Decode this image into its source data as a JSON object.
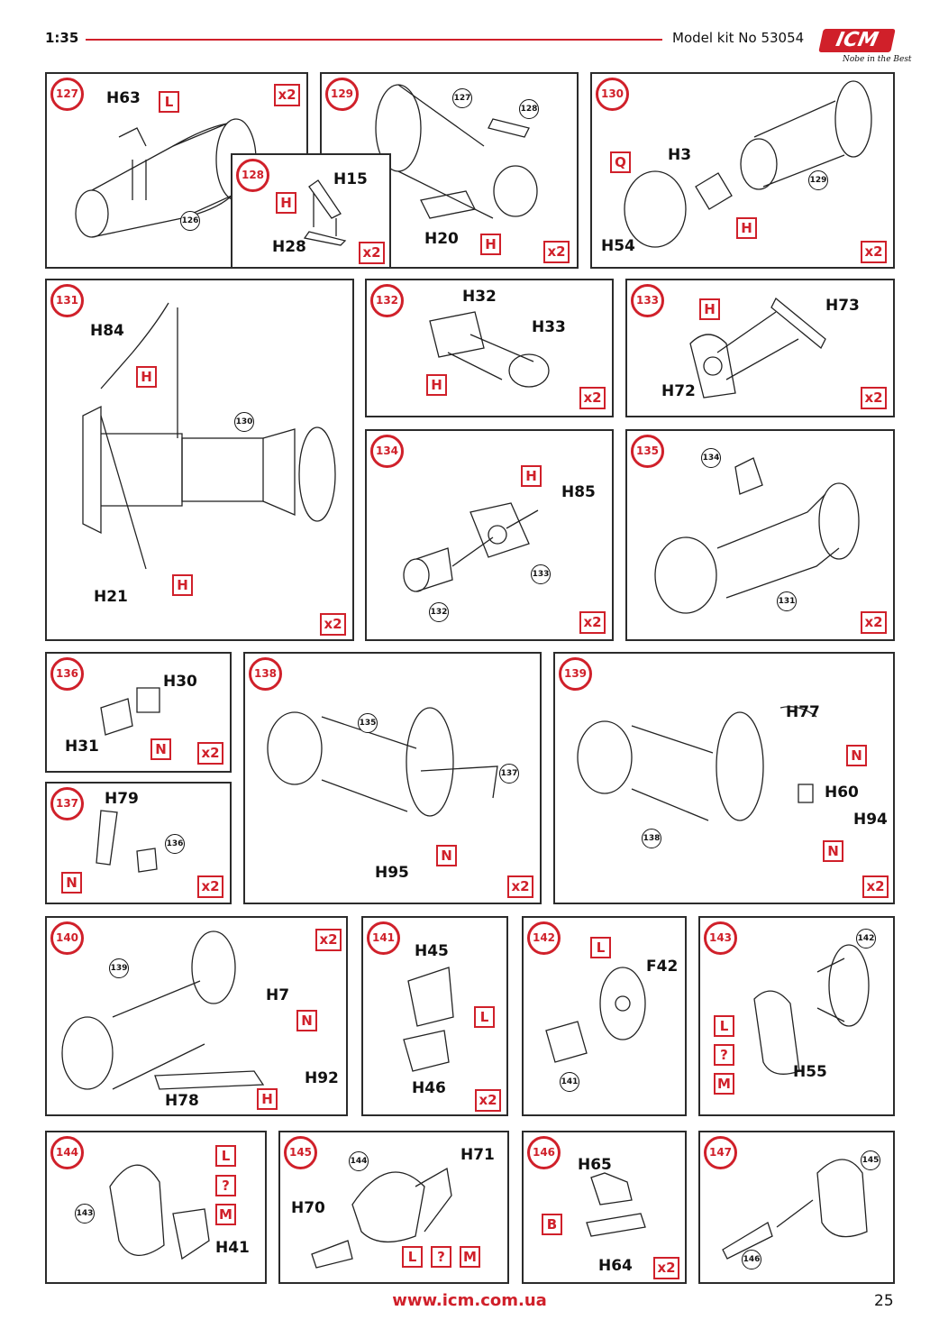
{
  "header": {
    "scale": "1:35",
    "kit": "Model kit No 53054"
  },
  "logo": {
    "brand": "ICM",
    "tagline": "Nobe in the Best"
  },
  "footer": {
    "url": "www.icm.com.ua",
    "page": "25"
  },
  "steps": {
    "s127": {
      "num": "127",
      "mult": "x2",
      "parts": [
        "H63"
      ],
      "codes": [
        "L"
      ],
      "refs": [
        "126"
      ]
    },
    "s129": {
      "num": "129",
      "mult": "x2",
      "parts": [
        "H20"
      ],
      "codes": [
        "H"
      ],
      "refs": [
        "127",
        "128"
      ]
    },
    "s128": {
      "num": "128",
      "mult": "x2",
      "parts": [
        "H15",
        "H28"
      ],
      "codes": [
        "H"
      ]
    },
    "s130": {
      "num": "130",
      "mult": "x2",
      "parts": [
        "H3",
        "H54"
      ],
      "codes": [
        "Q",
        "H"
      ],
      "refs": [
        "129"
      ]
    },
    "s131": {
      "num": "131",
      "mult": "x2",
      "parts": [
        "H84",
        "H21"
      ],
      "codes": [
        "H",
        "H"
      ],
      "refs": [
        "130"
      ]
    },
    "s132": {
      "num": "132",
      "mult": "x2",
      "parts": [
        "H32",
        "H33"
      ],
      "codes": [
        "H"
      ]
    },
    "s133": {
      "num": "133",
      "mult": "x2",
      "parts": [
        "H73",
        "H72"
      ],
      "codes": [
        "H"
      ]
    },
    "s134": {
      "num": "134",
      "mult": "x2",
      "parts": [
        "H85"
      ],
      "codes": [
        "H"
      ],
      "refs": [
        "133",
        "132"
      ]
    },
    "s135": {
      "num": "135",
      "mult": "x2",
      "refs": [
        "134",
        "131"
      ]
    },
    "s136": {
      "num": "136",
      "mult": "x2",
      "parts": [
        "H30",
        "H31"
      ],
      "codes": [
        "N"
      ]
    },
    "s137": {
      "num": "137",
      "mult": "x2",
      "parts": [
        "H79"
      ],
      "codes": [
        "N"
      ],
      "refs": [
        "136"
      ]
    },
    "s138": {
      "num": "138",
      "mult": "x2",
      "parts": [
        "H95"
      ],
      "codes": [
        "N"
      ],
      "refs": [
        "135",
        "137"
      ]
    },
    "s139": {
      "num": "139",
      "mult": "x2",
      "parts": [
        "H77",
        "H60",
        "H94"
      ],
      "codes": [
        "N",
        "N"
      ],
      "refs": [
        "138"
      ]
    },
    "s140": {
      "num": "140",
      "mult": "x2",
      "parts": [
        "H7",
        "H92",
        "H78"
      ],
      "codes": [
        "N",
        "H"
      ],
      "refs": [
        "139"
      ]
    },
    "s141": {
      "num": "141",
      "mult": "x2",
      "parts": [
        "H45",
        "H46"
      ],
      "codes": [
        "L"
      ]
    },
    "s142": {
      "num": "142",
      "parts": [
        "F42"
      ],
      "codes": [
        "L"
      ],
      "refs": [
        "141"
      ]
    },
    "s143": {
      "num": "143",
      "parts": [
        "H55"
      ],
      "codes": [
        "L",
        "?",
        "M"
      ],
      "refs": [
        "142"
      ]
    },
    "s144": {
      "num": "144",
      "parts": [
        "H41"
      ],
      "codes": [
        "L",
        "?",
        "M"
      ],
      "refs": [
        "143"
      ]
    },
    "s145": {
      "num": "145",
      "parts": [
        "H71",
        "H70"
      ],
      "codes": [
        "L",
        "?",
        "M"
      ],
      "refs": [
        "144"
      ]
    },
    "s146": {
      "num": "146",
      "mult": "x2",
      "parts": [
        "H65",
        "H64"
      ],
      "codes": [
        "B"
      ]
    },
    "s147": {
      "num": "147",
      "refs": [
        "145",
        "146"
      ]
    }
  }
}
